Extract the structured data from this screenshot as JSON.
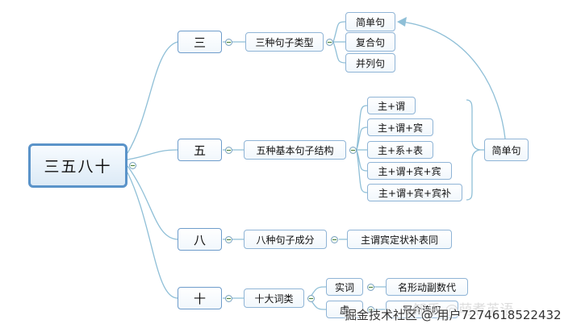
{
  "root": {
    "label": "三五八十"
  },
  "branches": {
    "san": {
      "label": "三",
      "category": "三种句子类型",
      "items": [
        "简单句",
        "复合句",
        "并列句"
      ]
    },
    "wu": {
      "label": "五",
      "category": "五种基本句子结构",
      "items": [
        "主+谓",
        "主+谓+宾",
        "主+系+表",
        "主+谓+宾+宾",
        "主+谓+宾+宾补"
      ],
      "summary": "简单句"
    },
    "ba": {
      "label": "八",
      "category": "八种句子成分",
      "items": [
        "主谓宾定状补表同"
      ]
    },
    "shi": {
      "label": "十",
      "category": "十大词类",
      "groups": [
        {
          "label": "实词",
          "detail": "名形动副数代"
        },
        {
          "label": "虚",
          "detail": "冠介连叹"
        }
      ]
    }
  },
  "watermark": {
    "zhihu": "知乎 @萌煮英语",
    "juejin": "掘金技术社区 @ 用户7274618522432"
  }
}
